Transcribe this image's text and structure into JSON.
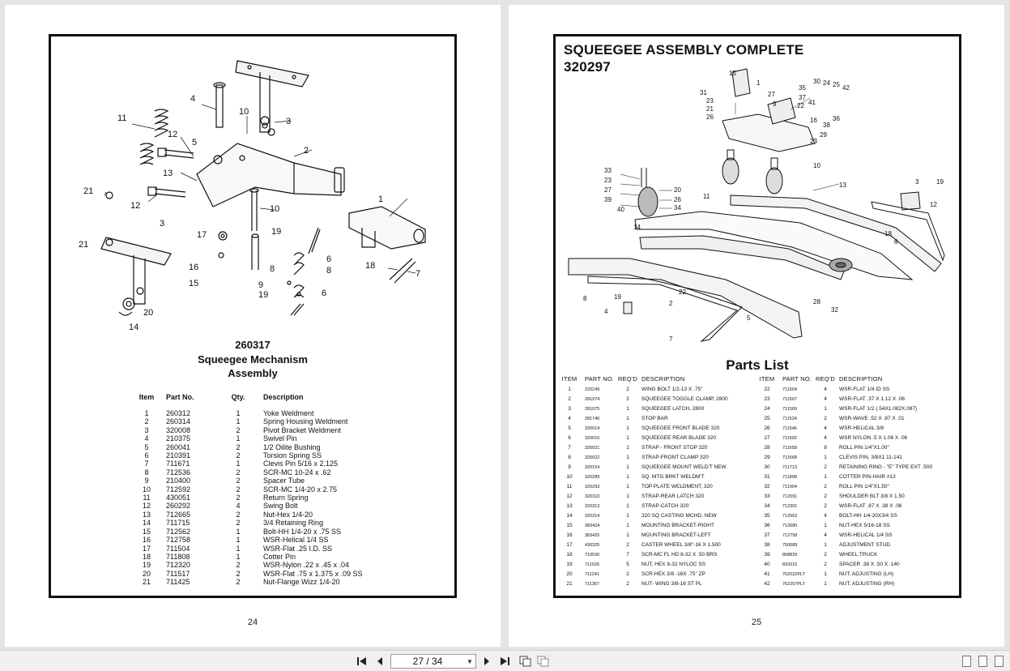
{
  "left_page": {
    "assembly_number": "260317",
    "assembly_title_1": "Squeegee Mechanism",
    "assembly_title_2": "Assembly",
    "page_number": "24",
    "callouts": [
      "1",
      "2",
      "3",
      "4",
      "5",
      "10",
      "11",
      "12",
      "13",
      "21",
      "3",
      "10",
      "21",
      "12",
      "17",
      "16",
      "15",
      "19",
      "8",
      "9",
      "19",
      "6",
      "8",
      "6",
      "18",
      "7",
      "20",
      "14"
    ],
    "headers": {
      "item": "Item",
      "part_no": "Part No.",
      "qty": "Qty.",
      "desc": "Description"
    },
    "parts": [
      {
        "item": "1",
        "part_no": "260312",
        "qty": "1",
        "desc": "Yoke Weldment"
      },
      {
        "item": "2",
        "part_no": "260314",
        "qty": "1",
        "desc": "Spring Housing Weldment"
      },
      {
        "item": "3",
        "part_no": "320008",
        "qty": "2",
        "desc": "Pivot Bracket Weldment"
      },
      {
        "item": "4",
        "part_no": "210375",
        "qty": "1",
        "desc": "Swivel Pin"
      },
      {
        "item": "5",
        "part_no": "260041",
        "qty": "2",
        "desc": "1/2 Oilite Bushing"
      },
      {
        "item": "6",
        "part_no": "210391",
        "qty": "2",
        "desc": "Torsion Spring SS"
      },
      {
        "item": "7",
        "part_no": "711671",
        "qty": "1",
        "desc": "Clevis Pin 5/16 x 2.125"
      },
      {
        "item": "8",
        "part_no": "712536",
        "qty": "2",
        "desc": "SCR-MC 10-24 x .62"
      },
      {
        "item": "9",
        "part_no": "210400",
        "qty": "2",
        "desc": "Spacer Tube"
      },
      {
        "item": "10",
        "part_no": "712592",
        "qty": "2",
        "desc": "SCR-MC 1/4-20 x 2.75"
      },
      {
        "item": "11",
        "part_no": "430051",
        "qty": "2",
        "desc": "Return Spring"
      },
      {
        "item": "12",
        "part_no": "260292",
        "qty": "4",
        "desc": "Swing Bolt"
      },
      {
        "item": "13",
        "part_no": "712665",
        "qty": "2",
        "desc": "Nut-Hex 1/4-20"
      },
      {
        "item": "14",
        "part_no": "711715",
        "qty": "2",
        "desc": "3/4 Retaining Ring"
      },
      {
        "item": "15",
        "part_no": "712562",
        "qty": "1",
        "desc": "Bolt-HH 1/4-20 x .75 SS"
      },
      {
        "item": "16",
        "part_no": "712758",
        "qty": "1",
        "desc": "WSR-Helical 1/4 SS"
      },
      {
        "item": "17",
        "part_no": "711504",
        "qty": "1",
        "desc": "WSR-Flat .25 I.D. SS"
      },
      {
        "item": "18",
        "part_no": "711808",
        "qty": "1",
        "desc": "Cotter Pin"
      },
      {
        "item": "19",
        "part_no": "712320",
        "qty": "2",
        "desc": "WSR-Nylon .22 x .45 x .04"
      },
      {
        "item": "20",
        "part_no": "711517",
        "qty": "2",
        "desc": "WSR-Flat .75  x 1.375 x .09 SS"
      },
      {
        "item": "21",
        "part_no": "711425",
        "qty": "2",
        "desc": "Nut-Flange Wizz 1/4-20"
      }
    ]
  },
  "right_page": {
    "title_line_1": "SQUEEGEE ASSEMBLY COMPLETE",
    "title_line_2": "320297",
    "parts_list_title": "Parts List",
    "page_number": "25",
    "callouts": [
      "15",
      "31",
      "23",
      "21",
      "26",
      "1",
      "27",
      "9",
      "30",
      "24",
      "25",
      "42",
      "35",
      "37",
      "22",
      "41",
      "36",
      "16",
      "38",
      "29",
      "23",
      "10",
      "33",
      "23",
      "27",
      "39",
      "40",
      "20",
      "26",
      "34",
      "11",
      "13",
      "3",
      "19",
      "12",
      "14",
      "18",
      "6",
      "8",
      "19",
      "2",
      "4",
      "5",
      "28",
      "32",
      "7",
      "22"
    ],
    "headers": {
      "item": "ITEM",
      "part_no": "PART NO.",
      "req": "REQ'D",
      "desc": "DESCRIPTION"
    },
    "parts_col1": [
      {
        "item": "1",
        "part_no": "220249",
        "req": "2",
        "desc": "WING BOLT 1/2-13 X .75\""
      },
      {
        "item": "2",
        "part_no": "281074",
        "req": "2",
        "desc": "SQUEEGEE TOGGLE CLAMP, 2800"
      },
      {
        "item": "3",
        "part_no": "281075",
        "req": "1",
        "desc": "SQUEEGEE LATCH, 2800"
      },
      {
        "item": "4",
        "part_no": "281740",
        "req": "1",
        "desc": "STOP BAR"
      },
      {
        "item": "5",
        "part_no": "320014",
        "req": "1",
        "desc": "SQUEEGEE FRONT BLADE 320"
      },
      {
        "item": "6",
        "part_no": "320015",
        "req": "1",
        "desc": "SQUEEGEE REAR BLADE 320"
      },
      {
        "item": "7",
        "part_no": "320021",
        "req": "1",
        "desc": "STRAP - FRONT STOP 320"
      },
      {
        "item": "8",
        "part_no": "320022",
        "req": "1",
        "desc": "STRAP-FRONT CLAMP 320"
      },
      {
        "item": "9",
        "part_no": "320154",
        "req": "1",
        "desc": "SQUEEGEE MOUNT WELD'T NEW"
      },
      {
        "item": "10",
        "part_no": "320289",
        "req": "1",
        "desc": "SQ. MTG BRKT WELDM'T"
      },
      {
        "item": "11",
        "part_no": "320293",
        "req": "1",
        "desc": "TOP PLATE WELDMENT, 320"
      },
      {
        "item": "12",
        "part_no": "320310",
        "req": "1",
        "desc": "STRAP-REAR LATCH 320"
      },
      {
        "item": "13",
        "part_no": "320313",
        "req": "1",
        "desc": "STRAP-CATCH 320"
      },
      {
        "item": "14",
        "part_no": "320314",
        "req": "1",
        "desc": "320 SQ CASTING MCHD, NEW"
      },
      {
        "item": "15",
        "part_no": "383424",
        "req": "1",
        "desc": "MOUNTING BRACKET-RIGHT"
      },
      {
        "item": "16",
        "part_no": "383425",
        "req": "1",
        "desc": "MOUNTING BRACKET-LEFT"
      },
      {
        "item": "17",
        "part_no": "430325",
        "req": "2",
        "desc": "CASTER WHEEL 3/8\"-16 X 1.500"
      },
      {
        "item": "18",
        "part_no": "710530",
        "req": "7",
        "desc": "SCR-MC FL HD 8-32 X .50 BRS"
      },
      {
        "item": "19",
        "part_no": "711026",
        "req": "5",
        "desc": "NUT, HEX 8-32 NYLOC SS"
      },
      {
        "item": "20",
        "part_no": "711241",
        "req": "2",
        "desc": "SCR-HEX 3/8 -16X .75\" ZP"
      },
      {
        "item": "21",
        "part_no": "711367",
        "req": "2",
        "desc": "NUT- WING 3/8-16 ST PL"
      }
    ],
    "parts_col2": [
      {
        "item": "22",
        "part_no": "711504",
        "req": "4",
        "desc": "WSR-FLAT 1/4 ID SS"
      },
      {
        "item": "23",
        "part_no": "711507",
        "req": "4",
        "desc": "WSR-FLAT .37 X 1.12 X .06"
      },
      {
        "item": "24",
        "part_no": "711509",
        "req": "1",
        "desc": "WSR-FLAT 1/2 (.54X1.082X.087)"
      },
      {
        "item": "25",
        "part_no": "711524",
        "req": "2",
        "desc": "WSR-WAVE .52 X .87 X .01"
      },
      {
        "item": "26",
        "part_no": "711546",
        "req": "4",
        "desc": "WSR-HELICAL 3/8"
      },
      {
        "item": "27",
        "part_no": "711592",
        "req": "4",
        "desc": "WSR NYLON .5 X 1.06 X .06"
      },
      {
        "item": "28",
        "part_no": "711658",
        "req": "8",
        "desc": "ROLL PIN 1/4\"X1.00\""
      },
      {
        "item": "29",
        "part_no": "711668",
        "req": "1",
        "desc": "CLEVIS PIN, 3/8X1 11-141"
      },
      {
        "item": "30",
        "part_no": "711713",
        "req": "2",
        "desc": "RETAINING RING - \"E\" TYPE EXT .500"
      },
      {
        "item": "31",
        "part_no": "711808",
        "req": "1",
        "desc": "COTTER PIN-HAIR #13"
      },
      {
        "item": "32",
        "part_no": "711904",
        "req": "2",
        "desc": "ROLL PIN 1/4\"X1.50\""
      },
      {
        "item": "33",
        "part_no": "712091",
        "req": "2",
        "desc": "SHOULDER BLT 3/8 X 1.50"
      },
      {
        "item": "34",
        "part_no": "712301",
        "req": "2",
        "desc": "WSR-FLAT .87 X .38 X .06"
      },
      {
        "item": "35",
        "part_no": "712562",
        "req": "4",
        "desc": "BOLT-HH 1/4-20X3/4 SS"
      },
      {
        "item": "36",
        "part_no": "712680",
        "req": "1",
        "desc": "NUT-HEX 5/16-18 SS"
      },
      {
        "item": "37",
        "part_no": "712758",
        "req": "4",
        "desc": "WSR-HELICAL 1/4 SS"
      },
      {
        "item": "38",
        "part_no": "750689",
        "req": "1",
        "desc": "ADJUSTMENT STUD"
      },
      {
        "item": "39",
        "part_no": "808829",
        "req": "2",
        "desc": "WHEEL,TRUCK"
      },
      {
        "item": "40",
        "part_no": "832015",
        "req": "2",
        "desc": "SPACER .38 X .50 X .140"
      },
      {
        "item": "41",
        "part_no": "762022PLT",
        "req": "1",
        "desc": "NUT, ADJUSTING (LH)"
      },
      {
        "item": "42",
        "part_no": "762257PLT",
        "req": "1",
        "desc": "NUT, ADJUSTING (RH)"
      }
    ]
  },
  "toolbar": {
    "page_indicator": "27 / 34",
    "first_icon": "first-page-icon",
    "prev_icon": "prev-page-icon",
    "next_icon": "next-page-icon",
    "last_icon": "last-page-icon"
  }
}
